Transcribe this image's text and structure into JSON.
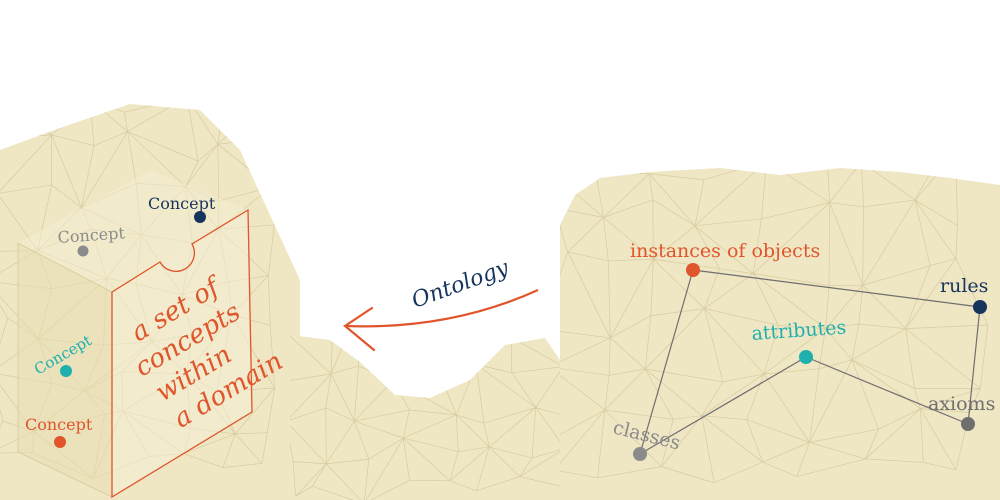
{
  "colors": {
    "terrain": "#efe6c4",
    "terrain_mesh": "#d7cb9f",
    "cube_outline": "#e0552b",
    "accent_orange": "#e0552b",
    "accent_navy": "#16345c",
    "accent_teal": "#1fb0ae",
    "accent_gray": "#8b8b8b"
  },
  "left_panel": {
    "concepts": [
      {
        "label": "Concept",
        "color": "#16345c"
      },
      {
        "label": "Concept",
        "color": "#8b8b8b"
      },
      {
        "label": "Concept",
        "color": "#1fb0ae"
      },
      {
        "label": "Concept",
        "color": "#e0552b"
      }
    ],
    "definition_lines": [
      "a set of",
      "concepts",
      "within",
      "a domain"
    ]
  },
  "arrow": {
    "label": "Ontology"
  },
  "right_panel": {
    "nodes": [
      {
        "label": "instances of objects",
        "color": "#e0552b"
      },
      {
        "label": "rules",
        "color": "#16345c"
      },
      {
        "label": "attributes",
        "color": "#1fb0ae"
      },
      {
        "label": "axioms",
        "color": "#6f6f6f"
      },
      {
        "label": "classes",
        "color": "#8b8b8b"
      }
    ]
  }
}
